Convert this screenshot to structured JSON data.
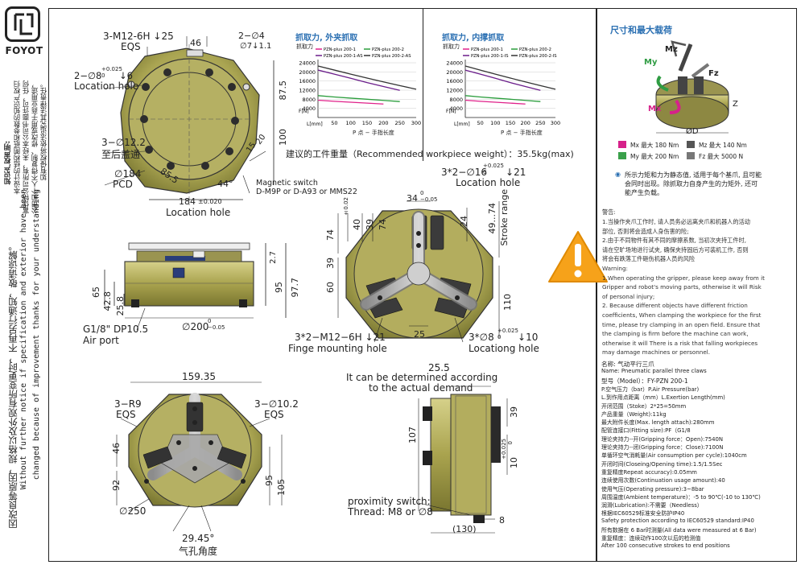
{
  "brand": {
    "logo_text": "FOYOT"
  },
  "left_notes": {
    "cn_heading": "知识产权声明:",
    "cn_lines": [
      "本设计的结构图纸和参数的知识产权归",
      "富优特公司所有，未经本公司书面许可，任何",
      "公司和个人不得复制、修改或用于商业用途，",
      "如有侵权将依法追究其法律责任。"
    ],
    "cn_change": "因改良等原因，规格以及外观有所变更时，不再另行通知，敬请谅解。",
    "en_change_1": "Without further notice if specification and exterior have been",
    "en_change_2": "changed because of improvement thanks for your understanding"
  },
  "top_view": {
    "thread_eqs": "3-M12-6H",
    "thread_depth": "25",
    "eqs": "EQS",
    "dim_46": "46",
    "hole_2_d4": "2−∅4",
    "hole_2_depth": "7↓1.1",
    "pin_2_d8": "2−∅8",
    "pin_tol_top": "+0.025",
    "pin_tol_bot": "0",
    "pin_depth": "6",
    "location_hole": "Location hole",
    "hole_3_d122": "3−∅12.2",
    "through_cn": "至后盖通",
    "d184": "∅184",
    "pcd": "PCD",
    "d855": "85.5",
    "angle_44": "44°",
    "dim_184": "184",
    "tol_184": "±0.020",
    "location_hole_2": "Location hole",
    "dim_875": "87.5",
    "dim_100": "100",
    "dim_15": "15",
    "dim_20": "20",
    "magnetic_switch": "Magnetic switch",
    "switch_models": "D-M9P or D-A93 or MMS22"
  },
  "side_view": {
    "dim_27": "2.7",
    "dim_95": "95",
    "dim_977": "97.7",
    "dim_65": "65",
    "dim_428": "42.8",
    "dim_258": "25.8",
    "air_port_thread": "G1/8\" DP10.5",
    "air_port": "Air port",
    "d200": "∅200",
    "d200_tol_top": "0",
    "d200_tol_bot": "−0.05"
  },
  "front_view": {
    "recommended_weight": "建议的工件重量（Recommended workpiece weight）：35.5kg(max)",
    "pin_3x2": "3*2−∅16",
    "pin_3x2_tol": "+0.025",
    "pin_3x2_tol_b": "0",
    "pin_3x2_depth": "21",
    "location_hole": "Location hole",
    "dim_34": "34",
    "dim_34_tol_t": "0",
    "dim_34_tol_b": "−0.05",
    "tol_002": "±0.02",
    "dim_40": "40",
    "dim_24": "24",
    "dim_39a": "39",
    "dim_49": "49...74",
    "stroke_range": "Stroke range",
    "dim_74": "74",
    "dim_39b": "39",
    "dim_60": "60",
    "dim_110": "110",
    "dim_25": "25",
    "finge_thread": "3*2−M12−6H",
    "finge_depth": "21",
    "finge_label": "Finge mounting hole",
    "loc_pin": "3*∅8",
    "loc_pin_tol": "+0.025",
    "loc_pin_tol_b": "0",
    "loc_pin_depth": "10",
    "loc_label": "Locationg hole"
  },
  "bottom_view": {
    "dim_15935": "159.35",
    "r9": "3−R9",
    "eqs1": "EQS",
    "d102": "3−∅10.2",
    "eqs2": "EQS",
    "dim_46": "46",
    "dim_92": "92",
    "dim_95": "95",
    "dim_105": "105",
    "d250": "∅250",
    "angle": "29.45°",
    "angle_cn": "气孔角度"
  },
  "right_side_view": {
    "dim_255": "25.5",
    "note_1": "It can be determined according",
    "note_2": "to the actual demand",
    "dim_107": "107",
    "dim_39": "39",
    "dim_10": "10",
    "dim_10_tol_t": "+0.025",
    "dim_10_tol_b": "0",
    "prox_1": "proximity switch:",
    "prox_2": "Thread: M8 or ∅8",
    "dim_8": "8",
    "dim_130": "130"
  },
  "charts": {
    "outer": {
      "title": "抓取力, 外夹抓取",
      "ylabel": "抓取力",
      "xunit": "L(mm)",
      "xnote": "P 点 − 手指长度"
    },
    "inner": {
      "title": "抓取力, 内撑抓取",
      "ylabel": "抓取力",
      "xunit": "L(mm)",
      "xnote": "P 点 − 手指长度"
    }
  },
  "chart_data": [
    {
      "type": "line",
      "title": "抓取力, 外夹抓取",
      "xlabel": "L[mm]",
      "ylabel": "F[N]",
      "x": [
        0,
        50,
        100,
        150,
        200,
        250,
        300
      ],
      "xlim": [
        0,
        300
      ],
      "ylim": [
        0,
        24000
      ],
      "yticks": [
        4000,
        8000,
        12000,
        16000,
        20000,
        24000
      ],
      "xticks": [
        50,
        100,
        150,
        200,
        250,
        300
      ],
      "series": [
        {
          "name": "PZN-plus 200-1",
          "color": "#e0218a",
          "values": [
            7600,
            7100,
            6700,
            6300,
            5900,
            null,
            null
          ]
        },
        {
          "name": "PZN-plus 200-2",
          "color": "#2a9d3c",
          "values": [
            9600,
            9000,
            8500,
            8000,
            7500,
            7000,
            null
          ]
        },
        {
          "name": "PZN-plus 200-1-AS",
          "color": "#6a1c8a",
          "values": [
            20800,
            19000,
            17200,
            15300,
            13600,
            11900,
            null
          ]
        },
        {
          "name": "PZN-plus 200-2-AS",
          "color": "#333333",
          "values": [
            22600,
            20800,
            19000,
            17300,
            15600,
            14000,
            12400
          ]
        }
      ]
    },
    {
      "type": "line",
      "title": "抓取力, 内撑抓取",
      "xlabel": "L[mm]",
      "ylabel": "F[N]",
      "x": [
        0,
        50,
        100,
        150,
        200,
        250,
        300
      ],
      "xlim": [
        0,
        300
      ],
      "ylim": [
        0,
        24000
      ],
      "yticks": [
        4000,
        8000,
        12000,
        16000,
        20000,
        24000
      ],
      "xticks": [
        50,
        100,
        150,
        200,
        250,
        300
      ],
      "series": [
        {
          "name": "PZN-plus 200-1",
          "color": "#e0218a",
          "values": [
            7600,
            7100,
            6700,
            6300,
            5900,
            null,
            null
          ]
        },
        {
          "name": "PZN-plus 200-2",
          "color": "#2a9d3c",
          "values": [
            9600,
            9000,
            8500,
            8000,
            7500,
            7000,
            null
          ]
        },
        {
          "name": "PZN-plus 200-1-IS",
          "color": "#6a1c8a",
          "values": [
            20800,
            19000,
            17200,
            15300,
            13600,
            11900,
            null
          ]
        },
        {
          "name": "PZN-plus 200-2-IS",
          "color": "#333333",
          "values": [
            22600,
            20800,
            19000,
            17300,
            15600,
            14000,
            12400
          ]
        }
      ]
    }
  ],
  "load_panel": {
    "title": "尺寸和最大载荷",
    "labels": {
      "mz": "Mz",
      "my": "My",
      "fz": "Fz",
      "mx": "Mx",
      "z": "Z",
      "d": "ØD"
    },
    "loads": [
      {
        "color": "#d6218a",
        "label": "Mx  最大  180 Nm"
      },
      {
        "color": "#3aa04a",
        "label": "My  最大  200 Nm"
      },
      {
        "color": "#555555",
        "label": "Mz  最大  140 Nm"
      },
      {
        "color": "#777777",
        "label": "Fz  最大  5000 N"
      }
    ],
    "note_1": "所示力矩和力为静态值, 适用于每个基爪, 且可能",
    "note_2": "会同时出现。除抓取力自身产生的力矩外, 还可",
    "note_3": "能产生负载。"
  },
  "warning": {
    "heading": "警告:",
    "lines": [
      "1.当操作夹爪工作时, 请人员务必远离夹爪和机器人的活动",
      "部位, 否则将会造成人身伤害的险;",
      "2.由于不同物件有其不同的摩擦系数, 当初次夹持工件时,",
      "请在空旷场地进行试夹, 确保夹持固后方可装机工作, 否则",
      "将会有跌落工件砸伤机器人员的风险",
      "Warning:",
      "1.When operating the gripper, please keep away from it",
      "Gripper and robot's moving parts, otherwise it will Risk",
      "of personal injury;",
      "2. Because different objects have different friction",
      "coefficients, When clamping the workpiece for the first",
      "time, please try clamping in an open field. Ensure that",
      "the clamping is firm before the machine can work,",
      "otherwise it will There is a risk that falling workpieces",
      "may damage machines or personnel."
    ]
  },
  "specs": [
    "名称: 气动平行三爪",
    "Name: Pneumatic parallel three claws",
    "型号（Model）：FY-PZN 200-1",
    "P.空气压力（bar）P.Air Pressure(bar)",
    "L.到作用点距离（mm）L.Exertion Length(mm)",
    "开闭范围（Stoke）2*25=50mm",
    "产品重量（Weight):11kg",
    "最大附件长度(Max. length attach):280mm",
    "配管连接口(Fitting size):PF（G1/8",
    "理论夹持力--开(Gripping force：Open):7540N",
    "理论夹持力--闭(Gripping force：Close):7100N",
    "单循环空气消耗量(Air consumption per cycle):1040cm",
    "开闭时间(Closeing/Opening time):1.5/1.5Sec",
    "重复精度Repeat accuracy):0.05mm",
    "连续使用次数(Continuation usage amount):40",
    "使用气压(Operating pressure):3~8bar",
    "周围温度(Ambient temperature)：-5 to 90℃(-10 to 130℃)",
    "润滑(Lubrication):不需要（Needless）",
    "根据IEC60529标准安全防护IP40",
    "Safety protection according to IEC60529 standard:IP40",
    "所有数据在 6 Bar时测量(All data were measured at 6 Bar)",
    "重复精度：连续动作100次以后的检测值",
    "After 100 consecutive strokes to end positions"
  ]
}
